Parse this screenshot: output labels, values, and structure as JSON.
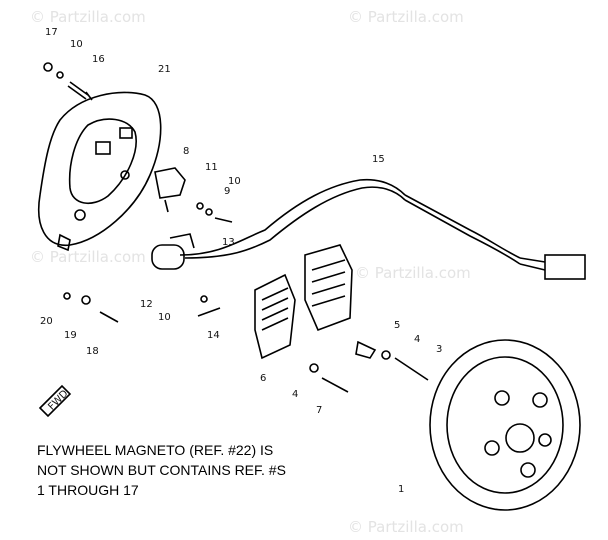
{
  "watermark": "© Partzilla.com",
  "labels": [
    "1",
    "3",
    "4",
    "4",
    "5",
    "6",
    "7",
    "8",
    "9",
    "10",
    "10",
    "10",
    "11",
    "12",
    "13",
    "14",
    "15",
    "16",
    "17",
    "18",
    "19",
    "20",
    "21"
  ],
  "fwd_label": "FWD",
  "note": {
    "line1": "FLYWHEEL MAGNETO (REF. #22) IS",
    "line2": "NOT SHOWN BUT CONTAINS REF. #S",
    "line3": "1 THROUGH 17"
  }
}
